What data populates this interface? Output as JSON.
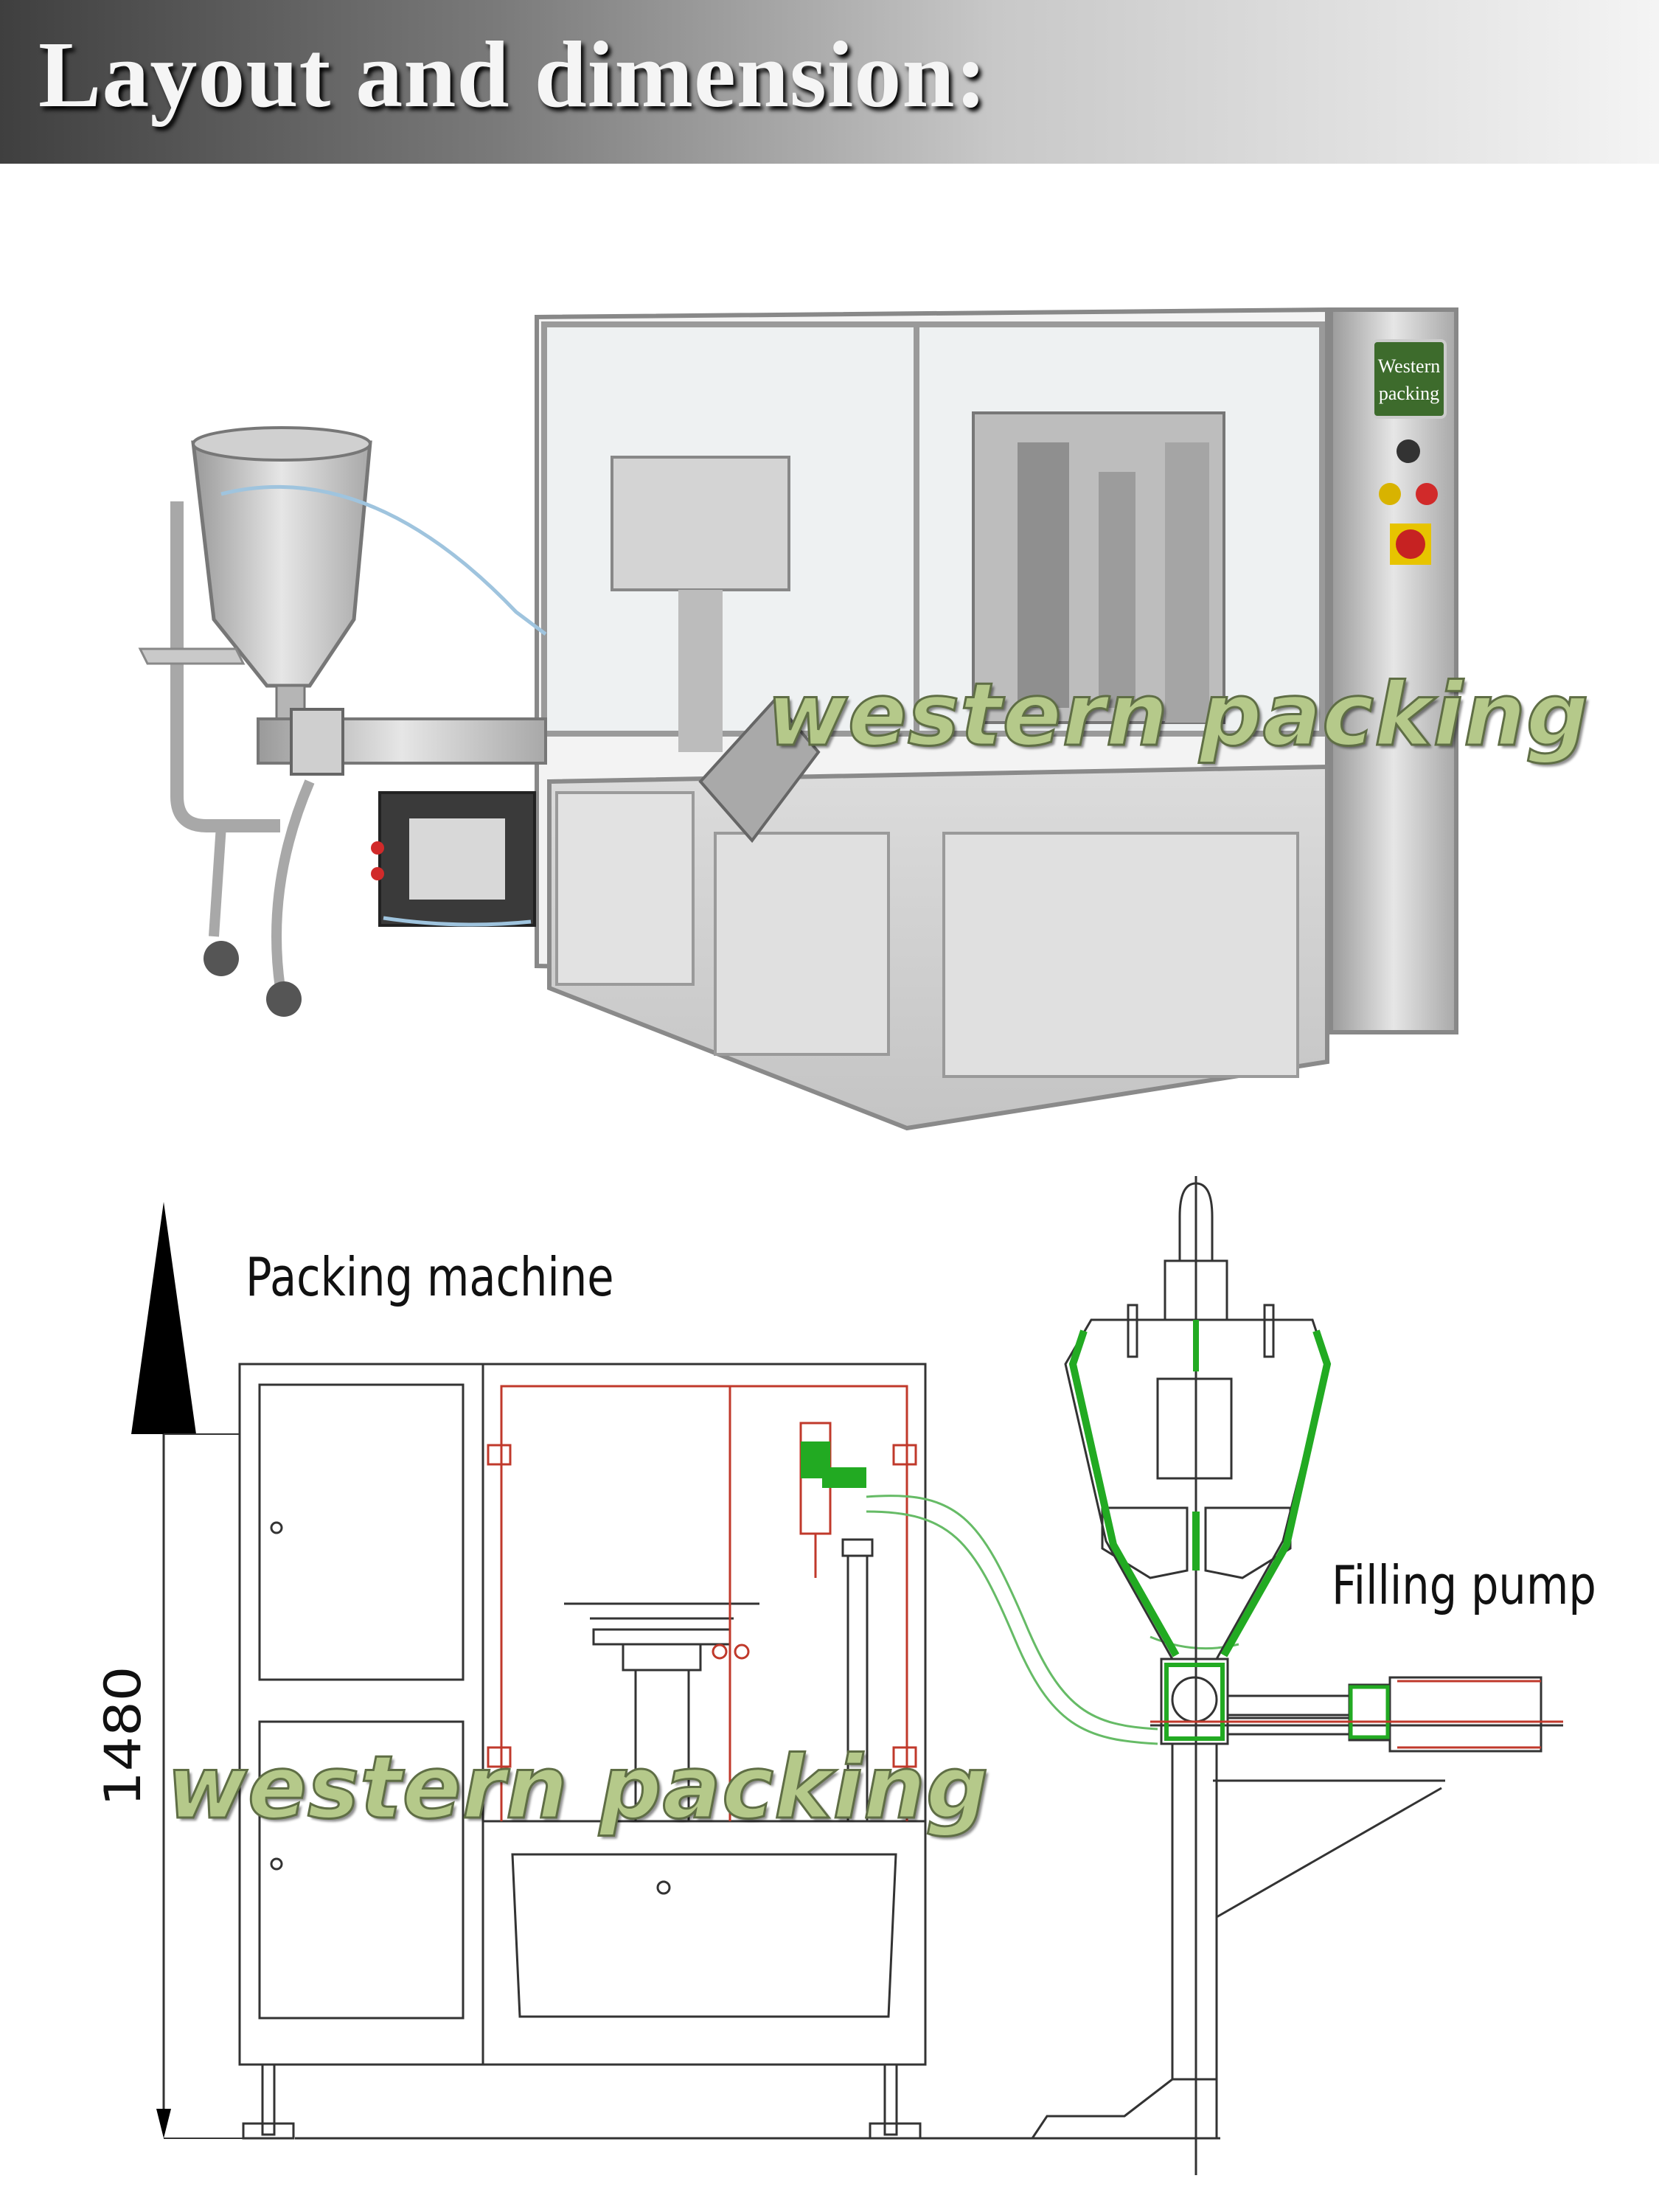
{
  "header": {
    "title": "Layout and dimension:"
  },
  "diagram": {
    "labels": {
      "packing_machine": "Packing machine",
      "filling_pump": "Filling pump",
      "height_dimension": "1480"
    },
    "watermark": "western packing",
    "machine_badge": {
      "line1": "Western",
      "line2": "packing"
    }
  },
  "colors": {
    "header_dark": "#3f3f3f",
    "header_light": "#f4f4f4",
    "drawing_line": "#333333",
    "frame_red": "#c0392b",
    "pump_green": "#22aa22",
    "badge_green": "#3d6b2c"
  }
}
